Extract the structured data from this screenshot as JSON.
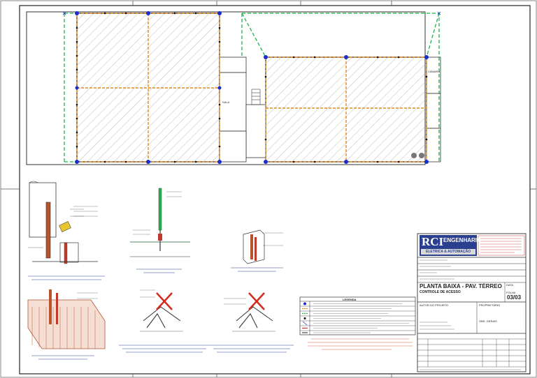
{
  "company": {
    "logo_text": "RCI",
    "logo_word": "ENGENHARIA",
    "logo_sub": "ELETRICA & AUTOMAÇÃO"
  },
  "title_block": {
    "drawing_title": "PLANTA BAIXA - PAV. TÉRREO",
    "drawing_subtitle": "CONTROLE DE ACESSO",
    "sheet_label": "FOLHA",
    "sheet_number": "03/03",
    "date_label": "DATA",
    "notes_label": "OBS. GERAIS",
    "owner_label": "PROPRIETÁRIO",
    "author_label": "AUTOR DO PROJETO"
  },
  "labels": {
    "legend_title": "LEGENDA",
    "room_right": "CÂMARA",
    "room_small": "SALA"
  },
  "colors": {
    "line": "#222222",
    "hatch": "#9a9a9a",
    "orange_conductor": "#e08a1e",
    "green_conductor": "#22b14c",
    "air_terminal": "#1a2fc8",
    "red_detail": "#d42a1e",
    "logo_blue": "#2b3f8f"
  },
  "icons": {
    "air_terminal": "blue-dot-icon",
    "ground_rod": "ground-rod-icon"
  }
}
